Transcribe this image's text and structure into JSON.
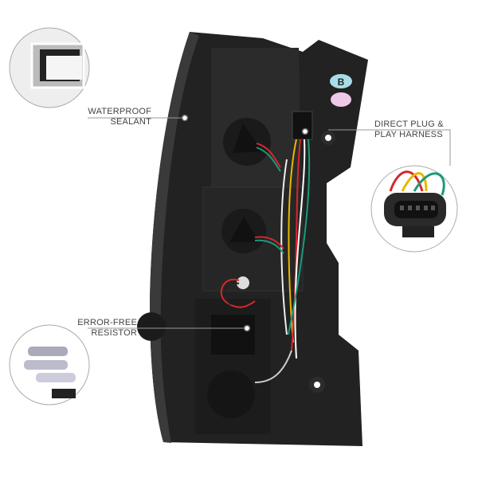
{
  "callouts": {
    "sealant": {
      "line1": "WATERPROOF",
      "line2": "SEALANT"
    },
    "harness": {
      "line1": "DIRECT PLUG &",
      "line2": "PLAY HARNESS"
    },
    "resistor": {
      "line1": "ERROR-FREE",
      "line2": "RESISTOR"
    }
  },
  "badge": {
    "letter": "B"
  },
  "colors": {
    "housing": "#1e1e1e",
    "line": "#9a9a9a",
    "wire_red": "#d8262a",
    "wire_green": "#1a9a7a",
    "wire_yellow": "#e8b800"
  }
}
